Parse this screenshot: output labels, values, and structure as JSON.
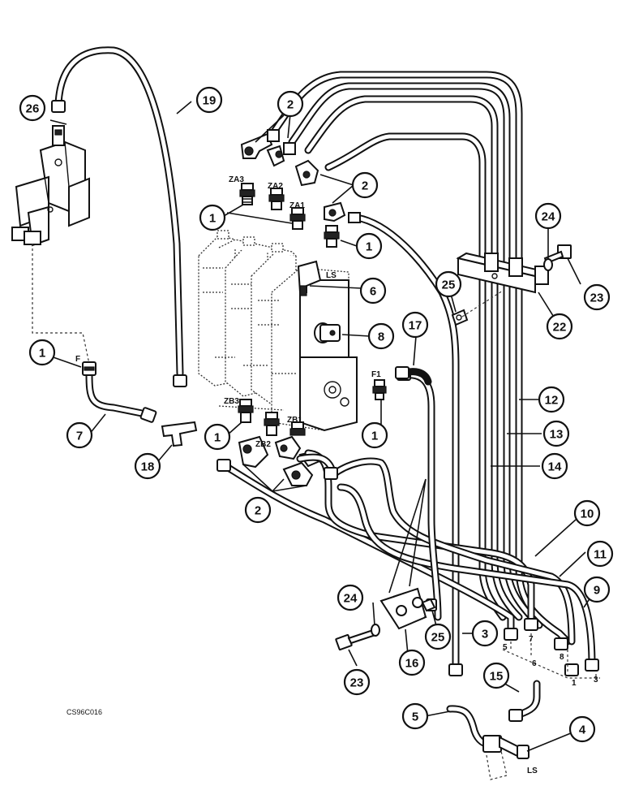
{
  "diagram": {
    "drawing_code": "CS96C016",
    "port_labels": {
      "za3": "ZA3",
      "za2": "ZA2",
      "za1": "ZA1",
      "ls_top": "LS",
      "zb3": "ZB3",
      "zb2": "ZB2",
      "zb1": "ZB1",
      "f": "F",
      "f1": "F1",
      "ls_bottom": "LS",
      "n5": "5",
      "n7": "7",
      "n6": "6",
      "n8": "8",
      "n1": "1",
      "n3": "3"
    },
    "callouts": {
      "c1a": "1",
      "c1b": "1",
      "c1c": "1",
      "c1d": "1",
      "c1e": "1",
      "c2a": "2",
      "c2b": "2",
      "c2c": "2",
      "c3": "3",
      "c4": "4",
      "c5": "5",
      "c6": "6",
      "c7": "7",
      "c8": "8",
      "c9": "9",
      "c10": "10",
      "c11": "11",
      "c12": "12",
      "c13": "13",
      "c14": "14",
      "c15": "15",
      "c16": "16",
      "c17": "17",
      "c18": "18",
      "c19": "19",
      "c22": "22",
      "c23a": "23",
      "c23b": "23",
      "c24a": "24",
      "c24b": "24",
      "c25a": "25",
      "c25b": "25",
      "c26": "26"
    }
  }
}
